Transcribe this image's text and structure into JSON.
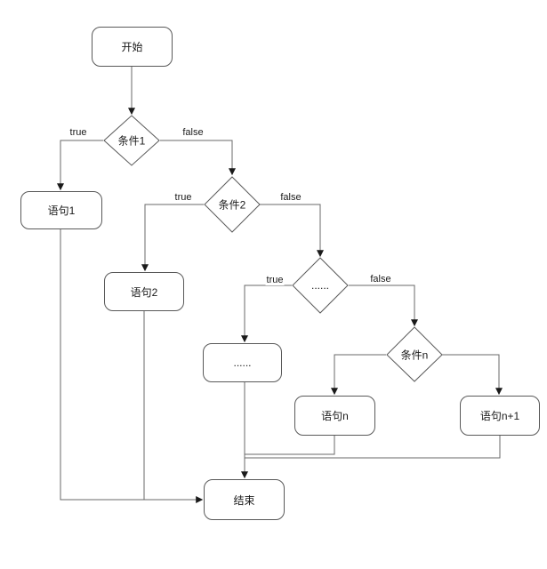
{
  "diagram": {
    "background_color": "#ffffff",
    "connector_color": "#696969",
    "shape_border_color": "#595959",
    "shape_fill_color": "#ffffff",
    "text_color": "#1a1a1a",
    "nodes": {
      "start": {
        "label": "开始",
        "type": "rounded-rect"
      },
      "cond1": {
        "label": "条件1",
        "type": "diamond"
      },
      "stmt1": {
        "label": "语句1",
        "type": "rounded-rect"
      },
      "cond2": {
        "label": "条件2",
        "type": "diamond"
      },
      "stmt2": {
        "label": "语句2",
        "type": "rounded-rect"
      },
      "cond_dots": {
        "label": "......",
        "type": "diamond"
      },
      "stmt_dots": {
        "label": "......",
        "type": "rounded-rect"
      },
      "condn": {
        "label": "条件n",
        "type": "diamond"
      },
      "stmtn": {
        "label": "语句n",
        "type": "rounded-rect"
      },
      "stmtn_plus1": {
        "label": "语句n+1",
        "type": "rounded-rect"
      },
      "end": {
        "label": "结束",
        "type": "rounded-rect"
      }
    },
    "edge_labels": {
      "cond1_true": "true",
      "cond1_false": "false",
      "cond2_true": "true",
      "cond2_false": "false",
      "cond_dots_true": "true",
      "cond_dots_false": "false"
    },
    "edges": [
      {
        "from": "start",
        "to": "cond1",
        "label": ""
      },
      {
        "from": "cond1",
        "to": "stmt1",
        "label": "true"
      },
      {
        "from": "cond1",
        "to": "cond2",
        "label": "false"
      },
      {
        "from": "cond2",
        "to": "stmt2",
        "label": "true"
      },
      {
        "from": "cond2",
        "to": "cond_dots",
        "label": "false"
      },
      {
        "from": "cond_dots",
        "to": "stmt_dots",
        "label": "true"
      },
      {
        "from": "cond_dots",
        "to": "condn",
        "label": "false"
      },
      {
        "from": "condn",
        "to": "stmtn",
        "label": ""
      },
      {
        "from": "condn",
        "to": "stmtn_plus1",
        "label": ""
      },
      {
        "from": "stmt1",
        "to": "end",
        "label": ""
      },
      {
        "from": "stmt2",
        "to": "end",
        "label": ""
      },
      {
        "from": "stmt_dots",
        "to": "end",
        "label": ""
      },
      {
        "from": "stmtn",
        "to": "end",
        "label": ""
      },
      {
        "from": "stmtn_plus1",
        "to": "end",
        "label": ""
      }
    ]
  }
}
